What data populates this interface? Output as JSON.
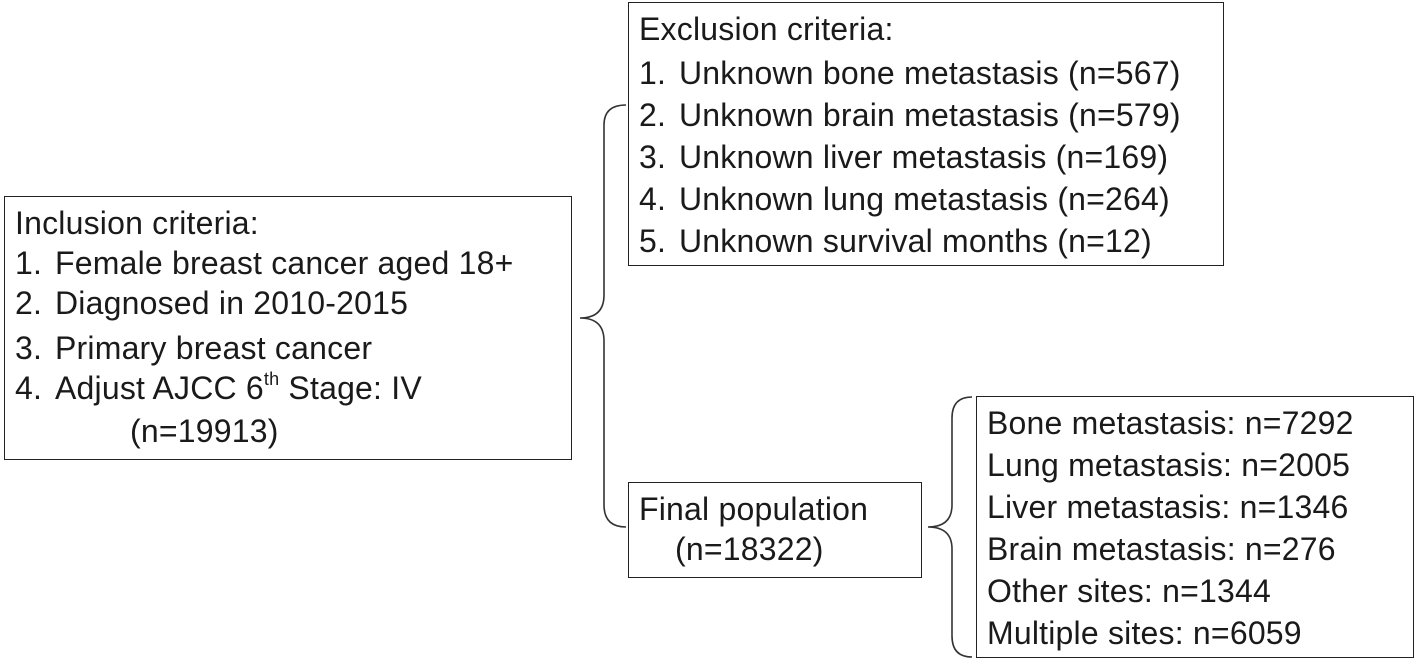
{
  "inclusion": {
    "heading": "Inclusion criteria:",
    "items": [
      {
        "num": "1.",
        "text": "Female breast cancer aged 18+"
      },
      {
        "num": "2.",
        "text": "Diagnosed in 2010-2015"
      },
      {
        "num": "3.",
        "text": "Primary breast cancer"
      },
      {
        "num": "4.",
        "text_before": "Adjust AJCC 6",
        "sup": "th",
        "text_after": " Stage: IV"
      }
    ],
    "count": "(n=19913)"
  },
  "exclusion": {
    "heading": "Exclusion criteria:",
    "items": [
      {
        "num": "1.",
        "text": "Unknown bone metastasis (n=567)"
      },
      {
        "num": "2.",
        "text": "Unknown brain metastasis (n=579)"
      },
      {
        "num": "3.",
        "text": "Unknown liver metastasis (n=169)"
      },
      {
        "num": "4.",
        "text": "Unknown lung metastasis (n=264)"
      },
      {
        "num": "5.",
        "text": "Unknown survival months (n=12)"
      }
    ]
  },
  "final": {
    "label": "Final population",
    "count": "(n=18322)"
  },
  "sites": {
    "items": [
      "Bone metastasis: n=7292",
      "Lung metastasis: n=2005",
      "Liver metastasis: n=1346",
      "Brain metastasis: n=276",
      "Other sites: n=1344",
      "Multiple sites: n=6059"
    ]
  }
}
